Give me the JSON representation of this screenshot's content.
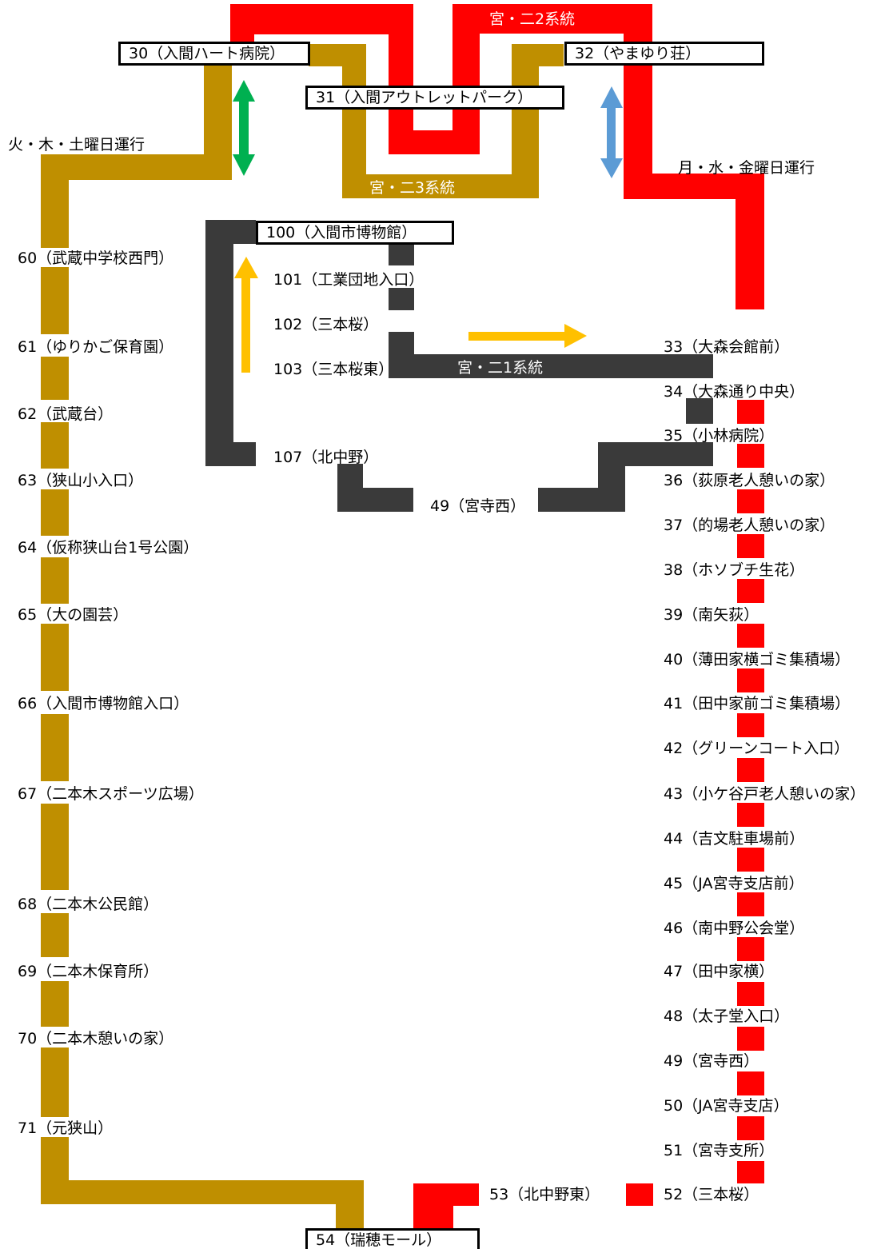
{
  "colors": {
    "route1": "#3a3a3a",
    "route2": "#ff0000",
    "route3": "#bf8f00",
    "arrow_green": "#00b050",
    "arrow_blue": "#5b9bd5",
    "arrow_orange": "#ffc000"
  },
  "routes": {
    "route1_name": "宮・二1系統",
    "route2_name": "宮・二2系統",
    "route3_name": "宮・二3系統"
  },
  "schedules": {
    "route3_days": "火・木・土曜日運行",
    "route2_days": "月・水・金曜日運行"
  },
  "terminals": {
    "s30": "30（入間ハート病院）",
    "s31": "31（入間アウトレットパーク）",
    "s32": "32（やまゆり荘）",
    "s54": "54（瑞穂モール）",
    "s100": "100（入間市博物館）"
  },
  "route1_stops": {
    "s101": "101（工業団地入口）",
    "s102": "102（三本桜）",
    "s103": "103（三本桜東）",
    "s107": "107（北中野）",
    "s49": "49（宮寺西）"
  },
  "route2_stops": [
    "33（大森会館前）",
    "34（大森通り中央）",
    "35（小林病院）",
    "36（荻原老人憩いの家）",
    "37（的場老人憩いの家）",
    "38（ホソブチ生花）",
    "39（南矢荻）",
    "40（薄田家横ゴミ集積場）",
    "41（田中家前ゴミ集積場）",
    "42（グリーンコート入口）",
    "43（小ケ谷戸老人憩いの家）",
    "44（吉文駐車場前）",
    "45（JA宮寺支店前）",
    "46（南中野公会堂）",
    "47（田中家横）",
    "48（太子堂入口）",
    "49（宮寺西）",
    "50（JA宮寺支店）",
    "51（宮寺支所）",
    "52（三本桜）",
    "53（北中野東）"
  ],
  "route3_stops": [
    "60（武蔵中学校西門）",
    "61（ゆりかご保育園）",
    "62（武蔵台）",
    "63（狭山小入口）",
    "64（仮称狭山台1号公園）",
    "65（大の園芸）",
    "66（入間市博物館入口）",
    "67（二本木スポーツ広場）",
    "68（二本木公民館）",
    "69（二本木保育所）",
    "70（二本木憩いの家）",
    "71（元狭山）"
  ]
}
